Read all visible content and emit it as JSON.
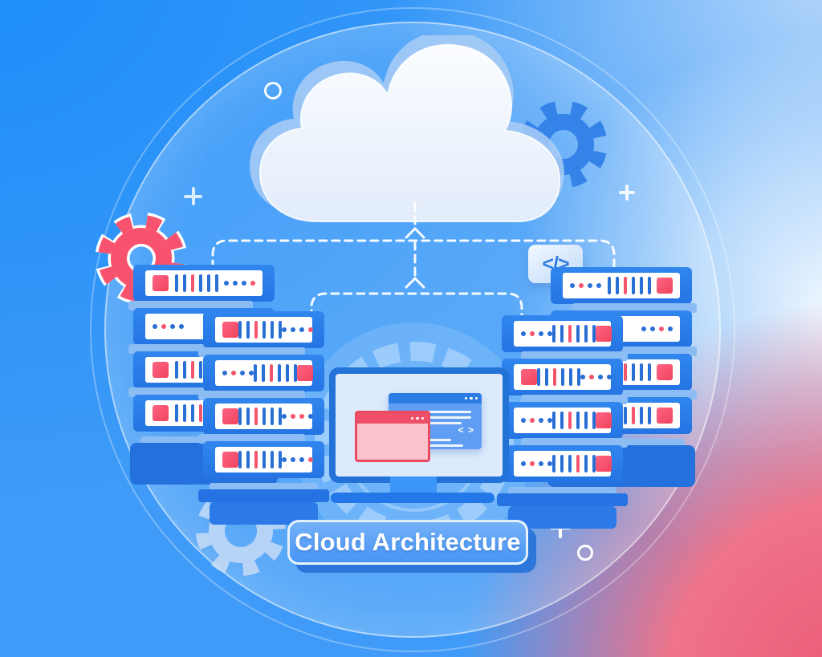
{
  "label": {
    "text": "Cloud Architecture"
  },
  "code_badge": {
    "text": "</>"
  },
  "monitor": {
    "code_glyph": "< >"
  },
  "colors": {
    "b": "#2a6fd6",
    "r": "#f4566e"
  },
  "stacks": {
    "left_back": {
      "rows": [
        {
          "pattern": "p-sbd",
          "order": [
            "square",
            "bars",
            "dots"
          ],
          "bars": [
            "b",
            "b",
            "r",
            "b",
            "b",
            "b"
          ],
          "dots": [
            "b",
            "b",
            "b",
            "r"
          ]
        },
        {
          "pattern": "p-dl",
          "order": [
            "dots"
          ],
          "dots": [
            "b",
            "r",
            "b",
            "b"
          ]
        },
        {
          "pattern": "p-sbd",
          "order": [
            "square",
            "bars",
            "dots"
          ],
          "bars": [
            "b",
            "b",
            "r",
            "b",
            "b",
            "b"
          ],
          "dots": [
            "b",
            "r",
            "b",
            "b"
          ]
        },
        {
          "pattern": "p-sbd",
          "order": [
            "square",
            "bars",
            "dots"
          ],
          "bars": [
            "b",
            "b",
            "b",
            "r",
            "b",
            "b"
          ],
          "dots": [
            "b",
            "b",
            "b",
            "r"
          ]
        }
      ]
    },
    "left_front": {
      "rows": [
        {
          "pattern": "p-sbd",
          "order": [
            "square",
            "bars",
            "dots"
          ],
          "bars": [
            "b",
            "b",
            "r",
            "b",
            "b",
            "b"
          ],
          "dots": [
            "b",
            "b",
            "b",
            "r"
          ]
        },
        {
          "pattern": "p-dbs",
          "order": [
            "dots",
            "bars",
            "square"
          ],
          "bars": [
            "b",
            "b",
            "r",
            "b",
            "b",
            "b"
          ],
          "dots": [
            "b",
            "r",
            "b",
            "b"
          ]
        },
        {
          "pattern": "p-sbd",
          "order": [
            "square",
            "bars",
            "dots"
          ],
          "bars": [
            "b",
            "b",
            "r",
            "b",
            "b",
            "b"
          ],
          "dots": [
            "b",
            "r",
            "r",
            "b"
          ]
        },
        {
          "pattern": "p-sbd",
          "order": [
            "square",
            "bars",
            "dots"
          ],
          "bars": [
            "b",
            "b",
            "r",
            "b",
            "b",
            "b"
          ],
          "dots": [
            "b",
            "b",
            "b",
            "r"
          ]
        }
      ]
    },
    "right_back": {
      "rows": [
        {
          "pattern": "p-dbs",
          "order": [
            "dots",
            "bars",
            "square"
          ],
          "bars": [
            "b",
            "b",
            "r",
            "b",
            "b",
            "b"
          ],
          "dots": [
            "b",
            "r",
            "b",
            "b"
          ]
        },
        {
          "pattern": "p-dr",
          "order": [
            "dots"
          ],
          "dots": [
            "b",
            "b",
            "r",
            "b"
          ]
        },
        {
          "pattern": "p-dbs",
          "order": [
            "dots",
            "bars",
            "square"
          ],
          "bars": [
            "b",
            "b",
            "r",
            "b",
            "b",
            "b"
          ],
          "dots": [
            "b",
            "r",
            "b",
            "b"
          ]
        },
        {
          "pattern": "p-dbs",
          "order": [
            "dots",
            "bars",
            "square"
          ],
          "bars": [
            "b",
            "b",
            "b",
            "r",
            "b",
            "b"
          ],
          "dots": [
            "b",
            "b",
            "r",
            "b"
          ]
        }
      ]
    },
    "right_front": {
      "rows": [
        {
          "pattern": "p-dbs",
          "order": [
            "dots",
            "bars",
            "square"
          ],
          "bars": [
            "b",
            "b",
            "r",
            "b",
            "b",
            "b"
          ],
          "dots": [
            "b",
            "r",
            "b",
            "b"
          ]
        },
        {
          "pattern": "p-sbd",
          "order": [
            "square",
            "bars",
            "dots"
          ],
          "bars": [
            "b",
            "b",
            "r",
            "b",
            "b",
            "b"
          ],
          "dots": [
            "b",
            "r",
            "b",
            "b"
          ]
        },
        {
          "pattern": "p-dbs",
          "order": [
            "dots",
            "bars",
            "square"
          ],
          "bars": [
            "b",
            "b",
            "r",
            "b",
            "b",
            "b"
          ],
          "dots": [
            "b",
            "r",
            "b",
            "b"
          ]
        },
        {
          "pattern": "p-dbs",
          "order": [
            "dots",
            "bars",
            "square"
          ],
          "bars": [
            "b",
            "b",
            "b",
            "r",
            "b",
            "b"
          ],
          "dots": [
            "b",
            "r",
            "b",
            "b"
          ]
        }
      ]
    }
  }
}
